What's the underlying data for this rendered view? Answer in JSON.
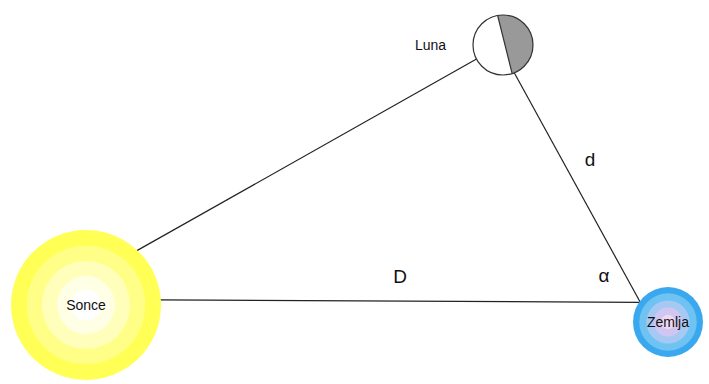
{
  "diagram": {
    "nodes": [
      {
        "text": [
          "Luna"
        ]
      },
      {
        "text": [
          "Sonce"
        ]
      },
      {
        "text": [
          "Zemlja"
        ]
      }
    ],
    "edges": [
      {
        "from": 1,
        "to": 0,
        "arrow": "none"
      },
      {
        "from": 0,
        "to": 2,
        "arrow": "none",
        "label": "d"
      },
      {
        "from": 1,
        "to": 2,
        "arrow": "none",
        "label": "D"
      }
    ],
    "labels": [
      "α"
    ]
  }
}
